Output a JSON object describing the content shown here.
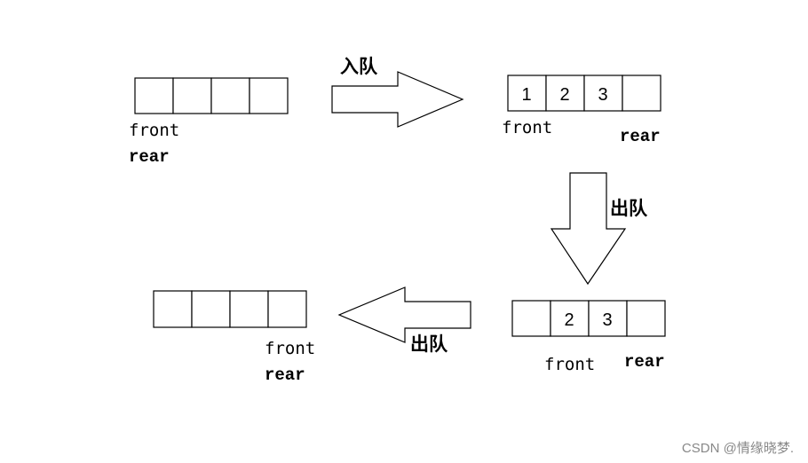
{
  "labels": {
    "front": "front",
    "rear": "rear",
    "enqueue": "入队",
    "dequeue": "出队"
  },
  "queue_after_enqueue": [
    "1",
    "2",
    "3",
    ""
  ],
  "queue_after_first_dequeue": [
    "",
    "2",
    "3",
    ""
  ],
  "watermark": "CSDN @情缘晓梦."
}
